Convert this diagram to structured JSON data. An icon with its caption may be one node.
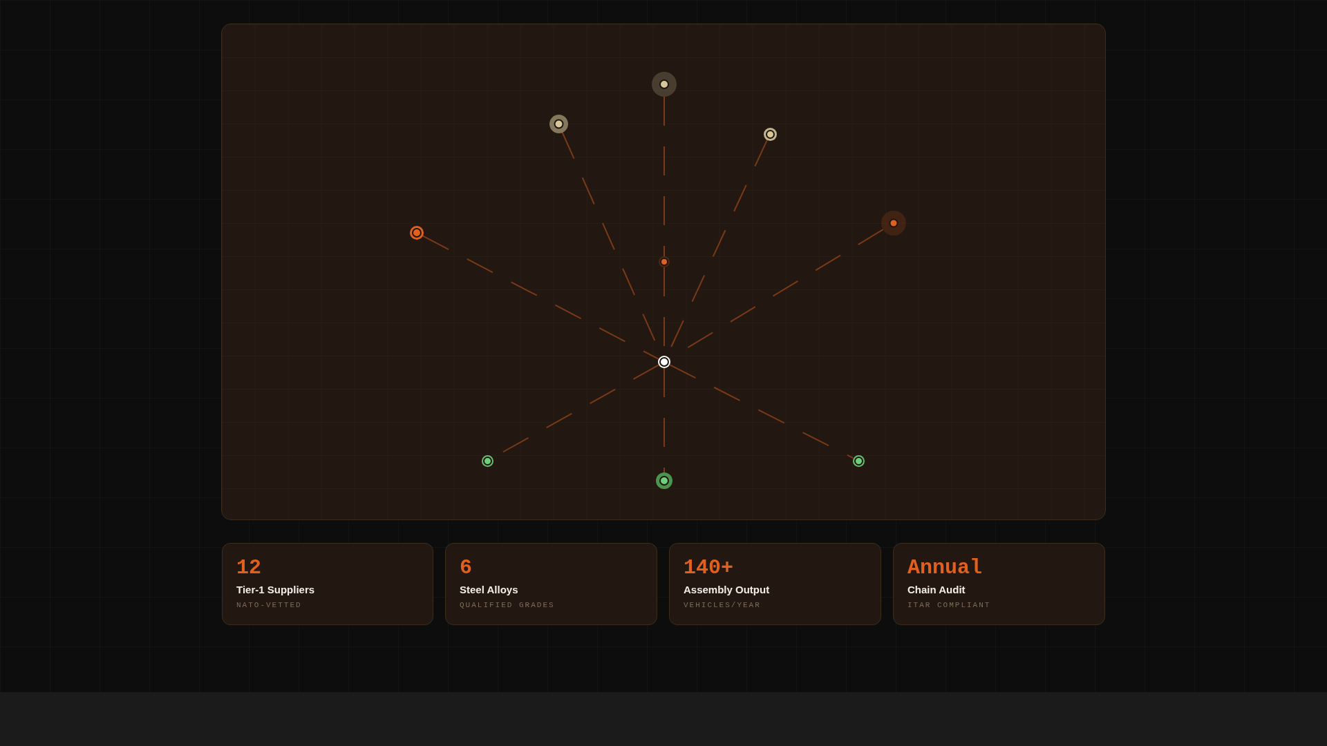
{
  "diagram": {
    "nodes": [
      {
        "text": [],
        "shape": "box"
      },
      {
        "text": [],
        "shape": "circle",
        "in": 0
      },
      {
        "text": [],
        "shape": "circle",
        "in": 0
      },
      {
        "text": [],
        "shape": "circle",
        "in": 0
      },
      {
        "text": [],
        "shape": "circle",
        "in": 0
      },
      {
        "text": [],
        "shape": "circle",
        "in": 0
      },
      {
        "text": [],
        "shape": "circle",
        "in": 0
      },
      {
        "text": [],
        "shape": "circle",
        "in": 0
      },
      {
        "text": [],
        "shape": "circle",
        "in": 0
      },
      {
        "text": [],
        "shape": "circle",
        "in": 0
      },
      {
        "text": [],
        "shape": "circle",
        "in": 0
      },
      {
        "text": [
          "12",
          "Tier-1 Suppliers",
          "NATO-VETTED"
        ]
      },
      {
        "text": [
          "6",
          "Steel Alloys",
          "QUALIFIED GRADES"
        ]
      },
      {
        "text": [
          "140+",
          "Assembly Output",
          "VEHICLES/YEAR"
        ]
      },
      {
        "text": [
          "Annual",
          "Chain Audit",
          "ITAR COMPLIANT"
        ]
      }
    ],
    "edges": [
      {
        "from": 1,
        "to": 6,
        "arrow": "none",
        "style": "dashed"
      },
      {
        "from": 6,
        "to": 7,
        "arrow": "none",
        "style": "dashed"
      },
      {
        "from": 2,
        "to": 7,
        "arrow": "none",
        "style": "dashed"
      },
      {
        "from": 3,
        "to": 7,
        "arrow": "none",
        "style": "dashed"
      },
      {
        "from": 4,
        "to": 7,
        "arrow": "none",
        "style": "dashed"
      },
      {
        "from": 5,
        "to": 7,
        "arrow": "none",
        "style": "dashed"
      },
      {
        "from": 7,
        "to": 8,
        "arrow": "none",
        "style": "dashed"
      },
      {
        "from": 7,
        "to": 9,
        "arrow": "none",
        "style": "dashed"
      },
      {
        "from": 7,
        "to": 10,
        "arrow": "none",
        "style": "dashed"
      }
    ]
  }
}
